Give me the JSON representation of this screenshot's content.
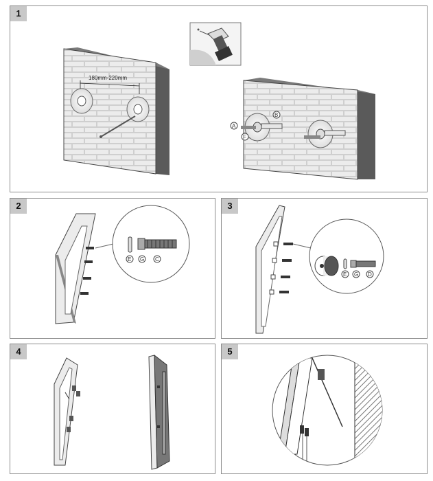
{
  "steps": [
    {
      "number": "1"
    },
    {
      "number": "2",
      "labels": [
        "E",
        "G",
        "C"
      ]
    },
    {
      "number": "3",
      "labels": [
        "E",
        "G",
        "D"
      ]
    },
    {
      "number": "4"
    },
    {
      "number": "5"
    }
  ],
  "step1": {
    "dimension": "180mm-220mm",
    "callouts": [
      "A",
      "B",
      "F"
    ]
  },
  "colors": {
    "brick_bg": "#cfcfcf",
    "brick_face": "#e9e9e9",
    "wall_side": "#5a5a5a",
    "wall_top": "#7a7a7a",
    "panel_border": "#8a8a8a",
    "number_box": "#c8c8c8"
  }
}
